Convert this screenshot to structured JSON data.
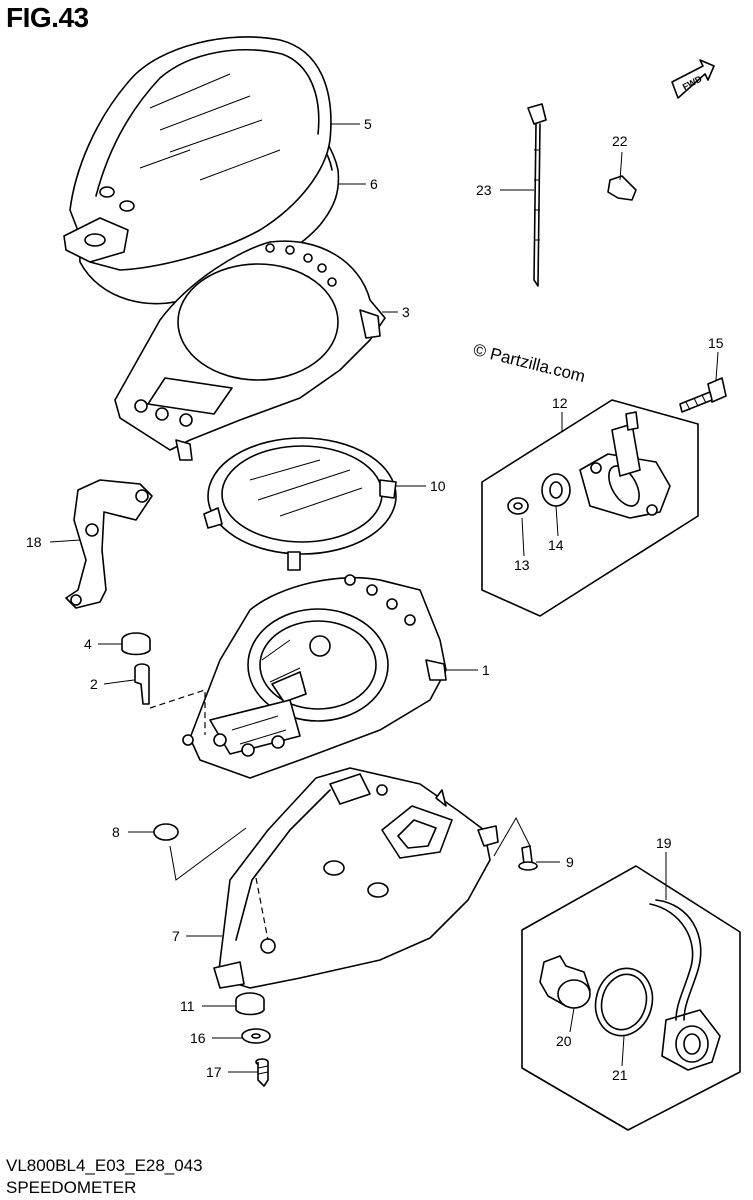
{
  "figure": {
    "title": "FIG.43",
    "code": "VL800BL4_E03_E28_043",
    "name": "SPEEDOMETER",
    "watermark": "© Partzilla.com",
    "fwd_label": "FWD"
  },
  "callouts": {
    "c1": "1",
    "c2": "2",
    "c3": "3",
    "c4": "4",
    "c5": "5",
    "c6": "6",
    "c7": "7",
    "c8": "8",
    "c9": "9",
    "c10": "10",
    "c11": "11",
    "c12": "12",
    "c13": "13",
    "c14": "14",
    "c15": "15",
    "c16": "16",
    "c17": "17",
    "c18": "18",
    "c19": "19",
    "c20": "20",
    "c21": "21",
    "c22": "22",
    "c23": "23"
  },
  "colors": {
    "line": "#000000",
    "background": "#ffffff"
  }
}
